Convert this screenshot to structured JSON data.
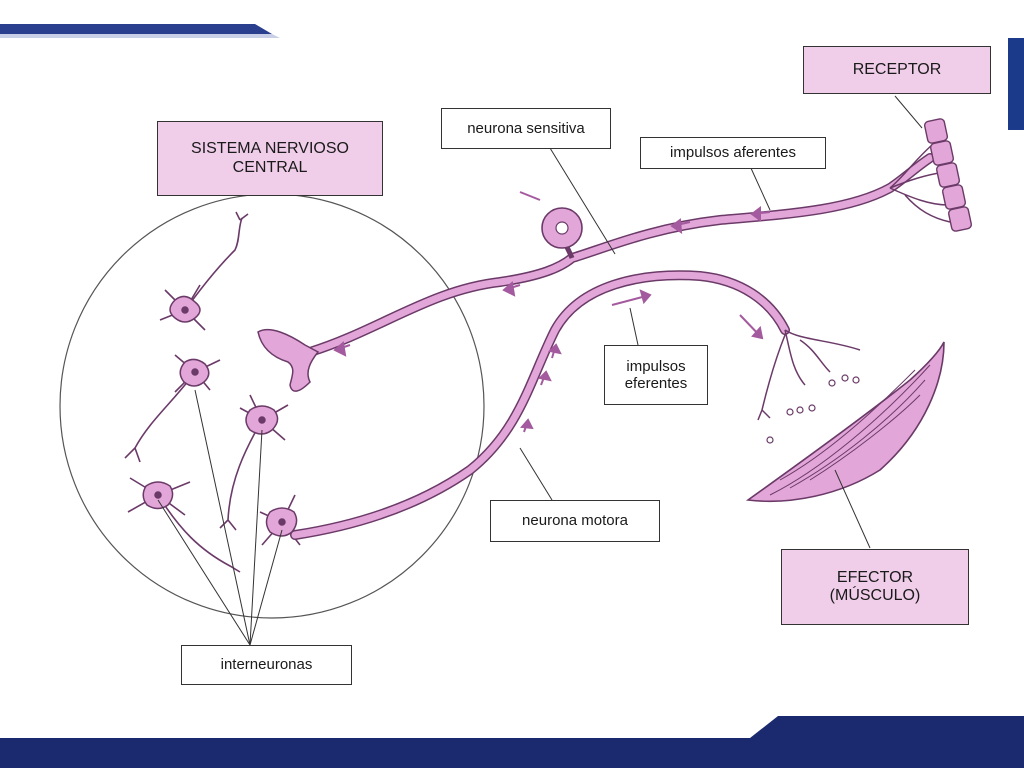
{
  "colors": {
    "footer_navy": "#1b2a6e",
    "header_blue": "#2b3f8f",
    "neuron_pink": "#e2a7d8",
    "neuron_outline": "#6b3a68",
    "label_pink": "#f0cde9"
  },
  "diagram": {
    "labels": {
      "receptor": "RECEPTOR",
      "neurona_sensitiva": "neurona sensitiva",
      "impulsos_aferentes": "impulsos aferentes",
      "sistema_nervioso": "SISTEMA NERVIOSO\nCENTRAL",
      "impulsos_eferentes": "impulsos\neferentes",
      "neurona_motora": "neurona motora",
      "efector": "EFECTOR\n(MÚSCULO)",
      "interneuronas": "interneuronas"
    }
  }
}
